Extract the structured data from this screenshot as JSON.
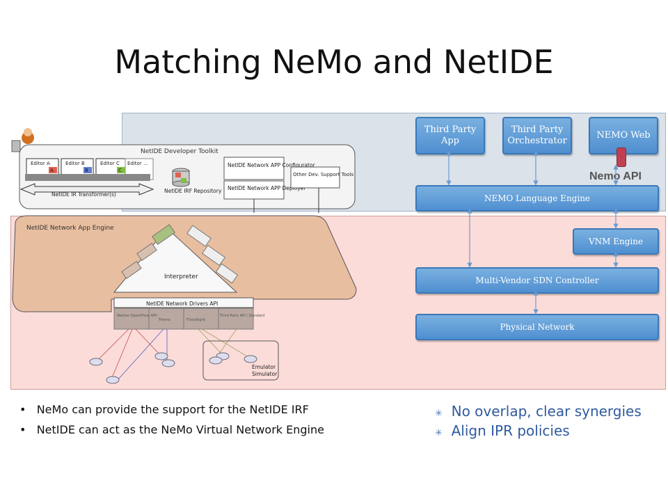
{
  "slide": {
    "title": "Matching NeMo and NetIDE"
  },
  "nemo": {
    "third_party_app": "Third Party App",
    "third_party_orchestrator": "Third Party Orchestrator",
    "nemo_web": "NEMO Web",
    "nemo_api": "Nemo API",
    "language_engine": "NEMO Language Engine",
    "vnm_engine": "VNM Engine",
    "sdn_controller": "Multi-Vendor SDN Controller",
    "physical_network": "Physical Network"
  },
  "netide": {
    "developer_toolkit": "NetIDE Developer Toolkit",
    "editors": [
      "Editor A",
      "Editor B",
      "Editor C",
      "Editor ..."
    ],
    "editor_tags": [
      "A",
      "B",
      "C"
    ],
    "transformer": "NetIDE IR Transformer(s)",
    "irf_repository": "NetIDE IRF Repository",
    "configurator": "NetIDE Network APP Configurator",
    "deployer": "NetIDE Network APP Deployer",
    "other_tools": "Other Dev. Support Tools",
    "app_engine": "NetIDE Network App Engine",
    "interpreter": "Interpreter",
    "drivers_api": "NetIDE Network Drivers API",
    "drivers": [
      "Native OpenFlow API",
      "Trema",
      "Floodlight",
      "Third Party API / Standard"
    ],
    "emulator": "Emulator",
    "simulator": "Simulator"
  },
  "bullets_left": [
    "NeMo can provide the support for the NetIDE IRF",
    "NetIDE can act as the NeMo Virtual Network Engine"
  ],
  "bullets_right": [
    "No overlap, clear synergies",
    "Align IPR policies"
  ],
  "colors": {
    "nemo_box": "#4f8fd0",
    "top_panel": "#dbe2ea",
    "bottom_panel": "#fbdcd9",
    "engine_shape": "#e8bea0",
    "accent_text": "#2f5a9e"
  }
}
